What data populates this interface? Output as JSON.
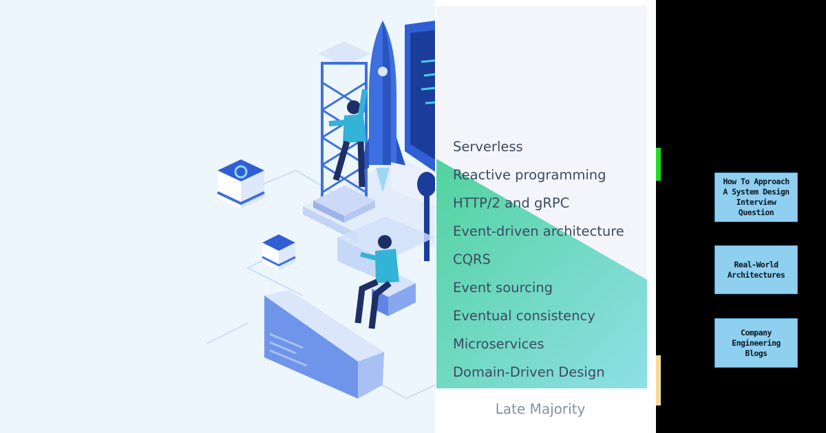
{
  "trends": {
    "items": [
      "Serverless",
      "Reactive programming",
      "HTTP/2 and gRPC",
      "Event-driven architecture",
      "CQRS",
      "Event sourcing",
      "Eventual consistency",
      "Microservices",
      "Domain-Driven Design"
    ],
    "stage": "Late Majority"
  },
  "nav_cards": [
    {
      "label": "How To Approach\nA System Design\nInterview\nQuestion"
    },
    {
      "label": "Real-World\nArchitectures"
    },
    {
      "label": "Company\nEngineering\nBlogs"
    }
  ],
  "colors": {
    "card_background": "#f3f5fb",
    "gradient_start": "#52d39f",
    "gradient_end": "#8fdfe6",
    "nav_card_fill": "#8fd0f0",
    "illustration_blue": "#3d6fe0"
  },
  "illustration": {
    "icons": [
      "rocket-icon",
      "tower-icon",
      "monitor-icon",
      "gear-cube-icon",
      "person-climbing-icon",
      "person-sitting-icon",
      "laptop-block-icon"
    ]
  }
}
